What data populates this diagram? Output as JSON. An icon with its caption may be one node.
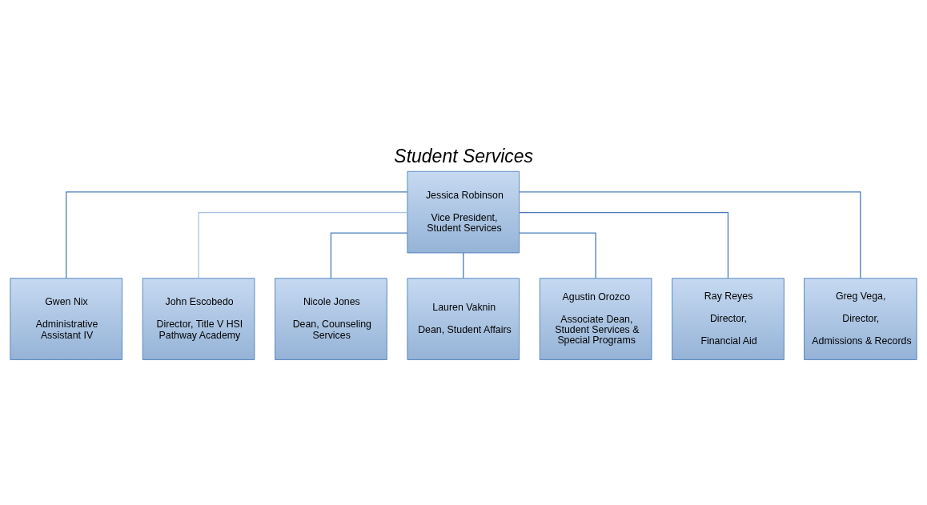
{
  "diagram": {
    "title": "Student Services",
    "nodes": [
      {
        "text": [
          "Jessica Robinson",
          "Vice President, Student Services"
        ]
      },
      {
        "text": [
          "Gwen Nix",
          "Administrative Assistant IV"
        ]
      },
      {
        "text": [
          "John Escobedo",
          "Director, Title V HSI Pathway Academy"
        ]
      },
      {
        "text": [
          "Nicole Jones",
          "Dean, Counseling Services"
        ]
      },
      {
        "text": [
          "Lauren Vaknin",
          "Dean, Student Affairs"
        ]
      },
      {
        "text": [
          "Agustin Orozco",
          "Associate Dean, Student Services & Special Programs"
        ]
      },
      {
        "text": [
          "Ray Reyes",
          "Director,",
          "Financial Aid"
        ]
      },
      {
        "text": [
          "Greg Vega,",
          "Director,",
          "Admissions & Records"
        ]
      }
    ],
    "edges": [
      {
        "from": 0,
        "to": 1,
        "arrow": "none"
      },
      {
        "from": 0,
        "to": 2,
        "arrow": "none",
        "color": "#a9c4e2"
      },
      {
        "from": 0,
        "to": 3,
        "arrow": "none"
      },
      {
        "from": 0,
        "to": 4,
        "arrow": "none"
      },
      {
        "from": 0,
        "to": 5,
        "arrow": "none"
      },
      {
        "from": 0,
        "to": 6,
        "arrow": "none"
      },
      {
        "from": 0,
        "to": 7,
        "arrow": "none"
      }
    ]
  }
}
